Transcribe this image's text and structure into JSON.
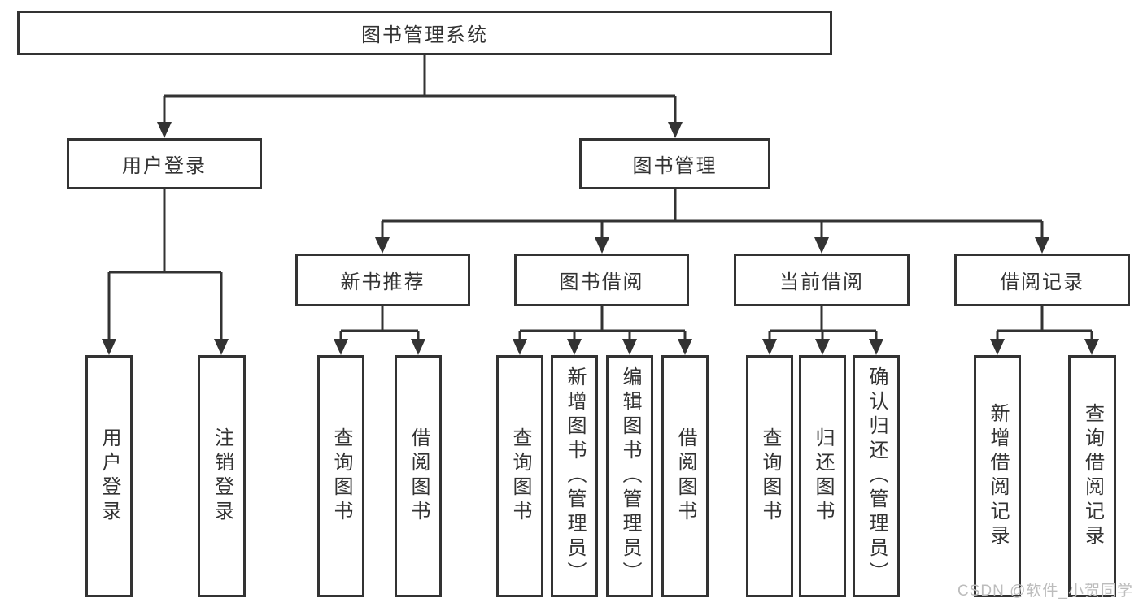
{
  "diagram": {
    "title": "图书管理系统",
    "nodes": {
      "root": {
        "label": "图书管理系统"
      },
      "level2": [
        {
          "label": "用户登录"
        },
        {
          "label": "图书管理"
        }
      ],
      "level3": [
        {
          "label": "新书推荐",
          "parent": "图书管理"
        },
        {
          "label": "图书借阅",
          "parent": "图书管理"
        },
        {
          "label": "当前借阅",
          "parent": "图书管理"
        },
        {
          "label": "借阅记录",
          "parent": "图书管理"
        }
      ],
      "level4": [
        {
          "label": "用户登录",
          "parent": "用户登录"
        },
        {
          "label": "注销登录",
          "parent": "用户登录"
        },
        {
          "label": "查询图书",
          "parent": "新书推荐"
        },
        {
          "label": "借阅图书",
          "parent": "新书推荐"
        },
        {
          "label": "查询图书",
          "parent": "图书借阅"
        },
        {
          "label": "新增图书（管理员）",
          "parent": "图书借阅"
        },
        {
          "label": "编辑图书（管理员）",
          "parent": "图书借阅"
        },
        {
          "label": "借阅图书",
          "parent": "图书借阅"
        },
        {
          "label": "查询图书",
          "parent": "当前借阅"
        },
        {
          "label": "归还图书",
          "parent": "当前借阅"
        },
        {
          "label": "确认归还（管理员）",
          "parent": "当前借阅"
        },
        {
          "label": "新增借阅记录",
          "parent": "借阅记录"
        },
        {
          "label": "查询借阅记录",
          "parent": "借阅记录"
        }
      ]
    }
  },
  "watermark": {
    "text": "CSDN @软件_小贺同学"
  },
  "colors": {
    "line": "#333333",
    "box_border": "#333333",
    "text": "#333333",
    "watermark": "#bcbcbc",
    "background": "#ffffff"
  }
}
